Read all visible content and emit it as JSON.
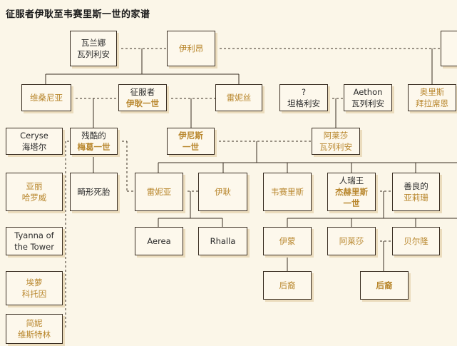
{
  "title": "征服者伊耿至韦赛里斯一世的家谱",
  "colors": {
    "background": "#fbf6e8",
    "border": "#3a2e22",
    "shadow": "#ebdcbd",
    "gold": "#b8862c",
    "dark": "#2a2a2a"
  },
  "nodes": [
    {
      "id": "valaena",
      "lines": [
        {
          "text": "瓦兰娜",
          "c": "dark"
        },
        {
          "text": "瓦列利安",
          "c": "dark"
        }
      ]
    },
    {
      "id": "aerion",
      "lines": [
        {
          "text": "伊利昂",
          "c": "gold"
        }
      ]
    },
    {
      "id": "unknown-right",
      "lines": []
    },
    {
      "id": "visenya",
      "lines": [
        {
          "text": "维桑尼亚",
          "c": "gold"
        }
      ]
    },
    {
      "id": "aegon1",
      "lines": [
        {
          "text": "征服者",
          "c": "dark"
        },
        {
          "text": "伊耿一世",
          "c": "gold",
          "b": true
        }
      ]
    },
    {
      "id": "rhaenys",
      "lines": [
        {
          "text": "雷妮丝",
          "c": "gold"
        }
      ]
    },
    {
      "id": "unknown-targ",
      "lines": [
        {
          "text": "?",
          "c": "dark"
        },
        {
          "text": "坦格利安",
          "c": "dark"
        }
      ]
    },
    {
      "id": "aethon",
      "lines": [
        {
          "text": "Aethon",
          "c": "dark"
        },
        {
          "text": "瓦列利安",
          "c": "dark"
        }
      ]
    },
    {
      "id": "orys",
      "lines": [
        {
          "text": "奥里斯",
          "c": "gold"
        },
        {
          "text": "拜拉席恩",
          "c": "gold"
        }
      ]
    },
    {
      "id": "ceryse",
      "lines": [
        {
          "text": "Ceryse",
          "c": "dark"
        },
        {
          "text": "海塔尔",
          "c": "dark"
        }
      ]
    },
    {
      "id": "maegor",
      "lines": [
        {
          "text": "残酷的",
          "c": "dark"
        },
        {
          "text": "梅葛一世",
          "c": "gold",
          "b": true
        }
      ]
    },
    {
      "id": "aenys",
      "lines": [
        {
          "text": "伊尼斯",
          "c": "gold",
          "b": true
        },
        {
          "text": "一世",
          "c": "gold",
          "b": true
        }
      ]
    },
    {
      "id": "alyssa",
      "lines": [
        {
          "text": "阿莱莎",
          "c": "gold"
        },
        {
          "text": "瓦列利安",
          "c": "gold"
        }
      ]
    },
    {
      "id": "alys",
      "lines": [
        {
          "text": "亚丽",
          "c": "gold"
        },
        {
          "text": "哈罗威",
          "c": "gold"
        }
      ]
    },
    {
      "id": "stillborn",
      "lines": [
        {
          "text": "畸形死胎",
          "c": "dark"
        }
      ]
    },
    {
      "id": "rhaena",
      "lines": [
        {
          "text": "雷妮亚",
          "c": "gold"
        }
      ]
    },
    {
      "id": "aegon",
      "lines": [
        {
          "text": "伊耿",
          "c": "gold"
        }
      ]
    },
    {
      "id": "viserys",
      "lines": [
        {
          "text": "韦赛里斯",
          "c": "gold"
        }
      ]
    },
    {
      "id": "jaehaerys",
      "lines": [
        {
          "text": "人瑞王",
          "c": "dark"
        },
        {
          "text": "杰赫里斯",
          "c": "gold",
          "b": true
        },
        {
          "text": "一世",
          "c": "gold",
          "b": true
        }
      ]
    },
    {
      "id": "alysanne",
      "lines": [
        {
          "text": "善良的",
          "c": "dark"
        },
        {
          "text": "亚莉珊",
          "c": "gold"
        }
      ]
    },
    {
      "id": "tyanna",
      "lines": [
        {
          "text": "Tyanna of",
          "c": "dark"
        },
        {
          "text": "the Tower",
          "c": "dark"
        }
      ]
    },
    {
      "id": "aerea",
      "lines": [
        {
          "text": "Aerea",
          "c": "dark"
        }
      ]
    },
    {
      "id": "rhalla",
      "lines": [
        {
          "text": "Rhalla",
          "c": "dark"
        }
      ]
    },
    {
      "id": "aemon",
      "lines": [
        {
          "text": "伊蒙",
          "c": "gold"
        }
      ]
    },
    {
      "id": "alyssa2",
      "lines": [
        {
          "text": "阿莱莎",
          "c": "gold"
        }
      ]
    },
    {
      "id": "baelon",
      "lines": [
        {
          "text": "贝尔隆",
          "c": "gold"
        }
      ]
    },
    {
      "id": "elinor",
      "lines": [
        {
          "text": "埃萝",
          "c": "gold"
        },
        {
          "text": "科托因",
          "c": "gold"
        }
      ]
    },
    {
      "id": "desc1",
      "lines": [
        {
          "text": "后裔",
          "c": "gold"
        }
      ]
    },
    {
      "id": "desc2",
      "lines": [
        {
          "text": "后裔",
          "c": "gold",
          "b": true
        }
      ]
    },
    {
      "id": "jeyne",
      "lines": [
        {
          "text": "简妮",
          "c": "gold"
        },
        {
          "text": "维斯特林",
          "c": "gold"
        }
      ]
    }
  ]
}
